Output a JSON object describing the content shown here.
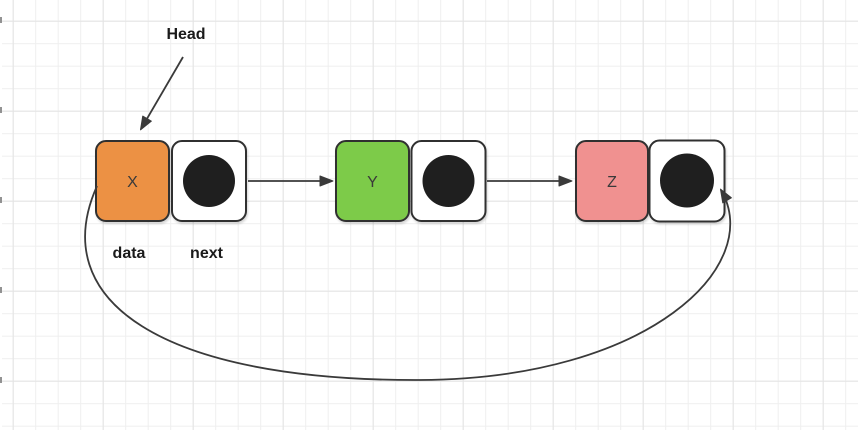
{
  "diagram": {
    "kind": "circular-singly-linked-list",
    "head_label": "Head",
    "cell_labels": {
      "data": "data",
      "next": "next"
    },
    "nodes": [
      {
        "id": "X",
        "label": "X",
        "fill": "#EC9144"
      },
      {
        "id": "Y",
        "label": "Y",
        "fill": "#7DCB49"
      },
      {
        "id": "Z",
        "label": "Z",
        "fill": "#F09190"
      }
    ],
    "edges": [
      {
        "from": "X.next",
        "to": "Y",
        "shape": "straight"
      },
      {
        "from": "Y.next",
        "to": "Z",
        "shape": "straight"
      },
      {
        "from": "X",
        "to": "Z.next",
        "shape": "loop-below"
      },
      {
        "from": "Head",
        "to": "X",
        "shape": "straight"
      }
    ],
    "colors": {
      "node_stroke": "#303030",
      "pointer_dot": "#1F1F1F",
      "connector": "#3A3A3A",
      "label_text": "#1A1A1A",
      "node_text": "#3A3A3A"
    }
  }
}
